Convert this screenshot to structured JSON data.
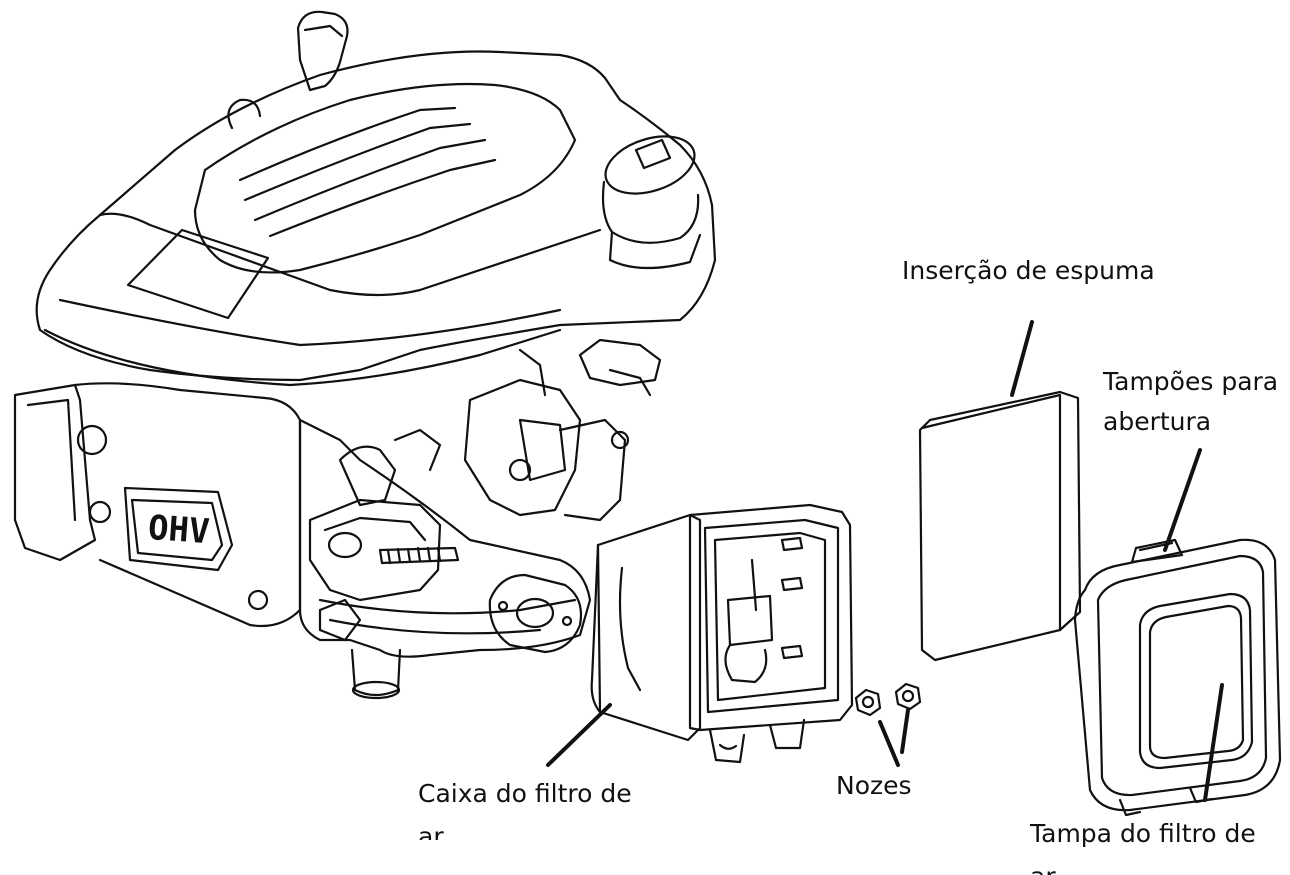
{
  "labels": {
    "foam_insert": "Inserção de espuma",
    "vent_plugs_line1": "Tampões para",
    "vent_plugs_line2": "abertura",
    "housing_line1": "Caixa do filtro de",
    "housing_line2": "ar",
    "nuts": "Nozes",
    "cover_line1": "Tampa do filtro de",
    "cover_line2": "ar"
  },
  "engine_badge": "OHV",
  "colors": {
    "line": "#111111",
    "background": "#ffffff"
  }
}
